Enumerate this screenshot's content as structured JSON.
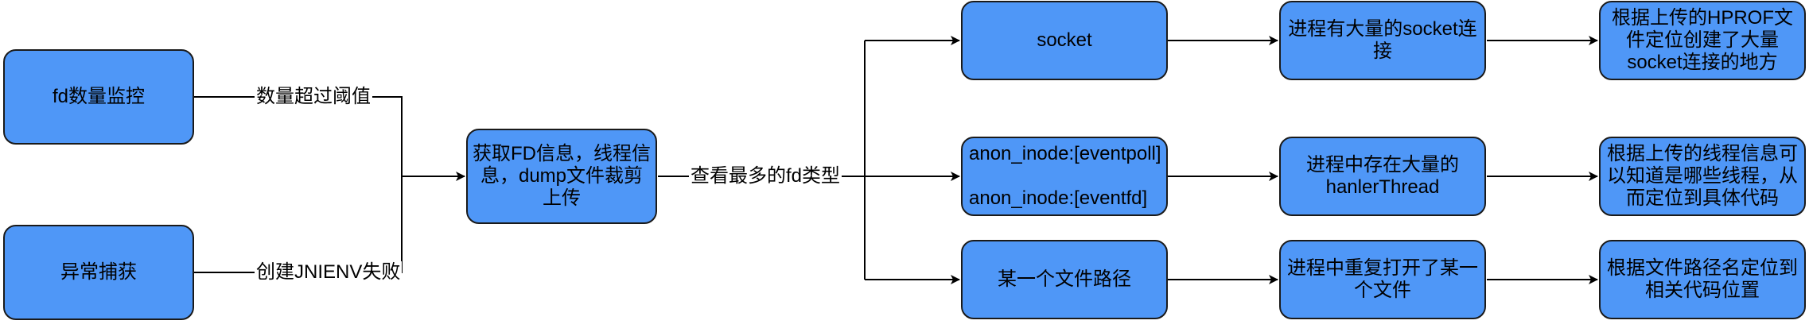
{
  "nodes": {
    "fd_monitor": "fd数量监控",
    "exception_capture": "异常捕获",
    "collect": "获取FD信息，线程信息，dump文件裁剪上传",
    "socket": "socket",
    "anon_inode": "anon_inode:[eventpoll]\n\nanon_inode:[eventfd]",
    "file_path": "某一个文件路径",
    "socket_result": "进程有大量的socket连接",
    "thread_result": "进程中存在大量的hanlerThread",
    "file_result": "进程中重复打开了某一个文件",
    "socket_locate": "根据上传的HPROF文件定位创建了大量socket连接的地方",
    "thread_locate": "根据上传的线程信息可以知道是哪些线程，从而定位到具体代码",
    "file_locate": "根据文件路径名定位到相关代码位置"
  },
  "edge_labels": {
    "over_threshold": "数量超过阈值",
    "jnienv_fail": "创建JNIENV失败",
    "most_fd_type": "查看最多的fd类型"
  },
  "colors": {
    "node_fill": "#4f97f7",
    "stroke": "#1a1a1a"
  }
}
